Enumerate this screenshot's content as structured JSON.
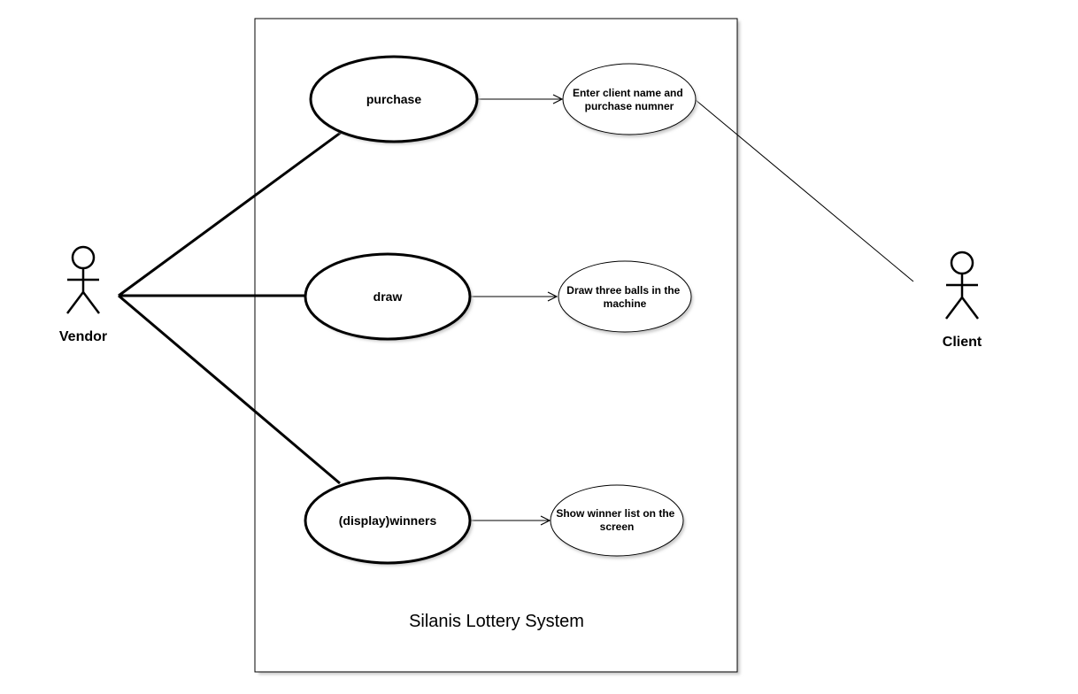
{
  "system": {
    "name": "Silanis Lottery System"
  },
  "actors": {
    "vendor": "Vendor",
    "client": "Client"
  },
  "use_cases": {
    "purchase": "purchase",
    "draw": "draw",
    "winners": "(display)winners"
  },
  "sub_cases": {
    "enter_client": [
      "Enter client name and",
      "purchase numner"
    ],
    "draw_balls": [
      "Draw three balls in the",
      "machine"
    ],
    "show_winners": [
      "Show winner list on the",
      "screen"
    ]
  },
  "colors": {
    "stroke": "#000000",
    "background": "#ffffff",
    "shadow": "#c8c8c8"
  }
}
